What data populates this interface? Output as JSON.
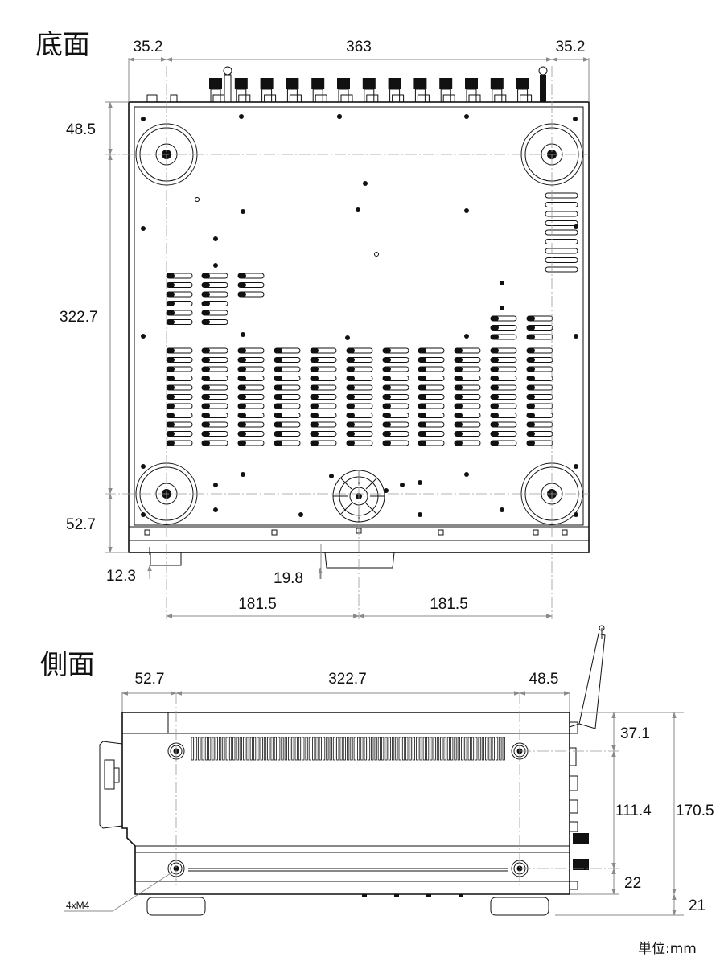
{
  "bottom_view": {
    "title": "底面",
    "dims": {
      "width_left": "35.2",
      "width_center": "363",
      "width_right": "35.2",
      "depth_top": "48.5",
      "depth_middle": "322.7",
      "depth_bottom": "52.7",
      "foot_left_offset": "12.3",
      "center_foot_offset": "19.8",
      "half_left": "181.5",
      "half_right": "181.5"
    }
  },
  "side_view": {
    "title": "側面",
    "dims": {
      "len_left": "52.7",
      "len_middle": "322.7",
      "len_right": "48.5",
      "height_top": "37.1",
      "height_middle": "111.4",
      "height_total": "170.5",
      "height_bottom": "22",
      "foot_height": "21"
    },
    "screw_label": "4xM4"
  },
  "unit_label": "単位:mm"
}
